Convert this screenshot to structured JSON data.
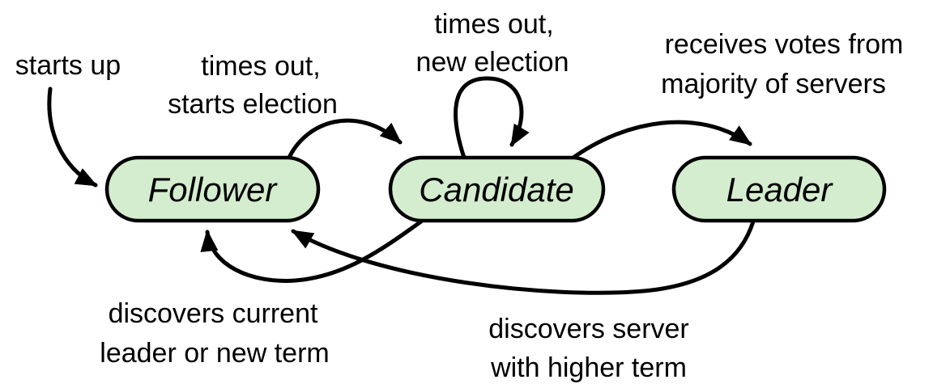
{
  "diagram": {
    "name": "raft-server-states",
    "background": "#ffffff",
    "state_fill": "#d5edcf",
    "state_stroke": "#000000",
    "arrow_color": "#000000",
    "text_color": "#000000",
    "states": [
      {
        "id": "follower",
        "label": "Follower"
      },
      {
        "id": "candidate",
        "label": "Candidate"
      },
      {
        "id": "leader",
        "label": "Leader"
      }
    ],
    "transitions": [
      {
        "id": "starts-up",
        "from": null,
        "to": "follower",
        "label_lines": [
          "starts up"
        ]
      },
      {
        "id": "follower-to-candidate",
        "from": "follower",
        "to": "candidate",
        "label_lines": [
          "times out,",
          "starts election"
        ]
      },
      {
        "id": "candidate-self-loop",
        "from": "candidate",
        "to": "candidate",
        "label_lines": [
          "times out,",
          "new election"
        ]
      },
      {
        "id": "candidate-to-leader",
        "from": "candidate",
        "to": "leader",
        "label_lines": [
          "receives votes from",
          "majority of servers"
        ]
      },
      {
        "id": "candidate-to-follower",
        "from": "candidate",
        "to": "follower",
        "label_lines": [
          "discovers current",
          "leader or new term"
        ]
      },
      {
        "id": "leader-to-follower",
        "from": "leader",
        "to": "follower",
        "label_lines": [
          "discovers server",
          "with higher term"
        ]
      }
    ]
  }
}
